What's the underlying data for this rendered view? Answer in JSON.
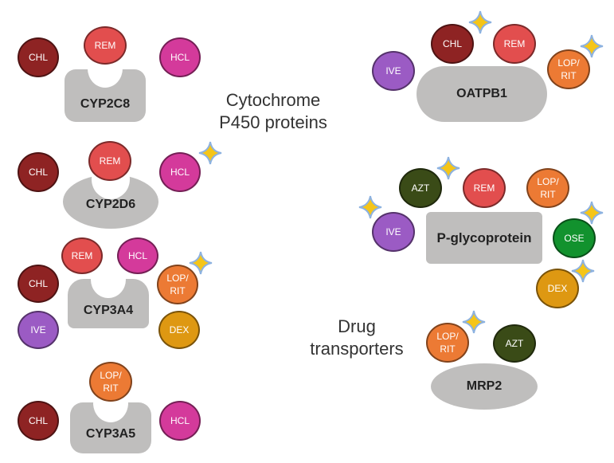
{
  "colors": {
    "CHL": "#8e2323",
    "REM": "#e24e4e",
    "HCL": "#d43a9b",
    "LOP/RIT": "#ec7a34",
    "IVE": "#9b5bc4",
    "DEX": "#de9812",
    "AZT": "#3a4b17",
    "OSE": "#12922e",
    "protein": "#bfbebd",
    "star_fill": "#f5c518",
    "star_stroke": "#8db2e0"
  },
  "section_labels": {
    "cyp": "Cytochrome\nP450 proteins",
    "transporters": "Drug\ntransporters"
  },
  "proteins": {
    "cyp2c8": "CYP2C8",
    "cyp2d6": "CYP2D6",
    "cyp3a4": "CYP3A4",
    "cyp3a5": "CYP3A5",
    "oatpb1": "OATPB1",
    "pgp": "P-glycoprotein",
    "mrp2": "MRP2"
  },
  "drugs": {
    "chl": "CHL",
    "rem": "REM",
    "hcl": "HCL",
    "loprit": "LOP/\nRIT",
    "ive": "IVE",
    "dex": "DEX",
    "azt": "AZT",
    "ose": "OSE"
  },
  "groups": [
    {
      "protein": "CYP2C8",
      "drugs": [
        {
          "name": "CHL",
          "starred": false
        },
        {
          "name": "REM",
          "starred": false
        },
        {
          "name": "HCL",
          "starred": false
        }
      ]
    },
    {
      "protein": "CYP2D6",
      "drugs": [
        {
          "name": "CHL",
          "starred": false
        },
        {
          "name": "REM",
          "starred": false
        },
        {
          "name": "HCL",
          "starred": true
        }
      ]
    },
    {
      "protein": "CYP3A4",
      "drugs": [
        {
          "name": "REM",
          "starred": false
        },
        {
          "name": "HCL",
          "starred": false
        },
        {
          "name": "CHL",
          "starred": false
        },
        {
          "name": "LOP/RIT",
          "starred": true
        },
        {
          "name": "IVE",
          "starred": false
        },
        {
          "name": "DEX",
          "starred": false
        }
      ]
    },
    {
      "protein": "CYP3A5",
      "drugs": [
        {
          "name": "LOP/RIT",
          "starred": false
        },
        {
          "name": "CHL",
          "starred": false
        },
        {
          "name": "HCL",
          "starred": false
        }
      ]
    },
    {
      "protein": "OATPB1",
      "drugs": [
        {
          "name": "CHL",
          "starred": true
        },
        {
          "name": "REM",
          "starred": false
        },
        {
          "name": "IVE",
          "starred": false
        },
        {
          "name": "LOP/RIT",
          "starred": true
        }
      ]
    },
    {
      "protein": "P-glycoprotein",
      "drugs": [
        {
          "name": "AZT",
          "starred": true
        },
        {
          "name": "REM",
          "starred": false
        },
        {
          "name": "LOP/RIT",
          "starred": false
        },
        {
          "name": "IVE",
          "starred": true
        },
        {
          "name": "OSE",
          "starred": true
        },
        {
          "name": "DEX",
          "starred": true
        }
      ]
    },
    {
      "protein": "MRP2",
      "drugs": [
        {
          "name": "LOP/RIT",
          "starred": true
        },
        {
          "name": "AZT",
          "starred": false
        }
      ]
    }
  ]
}
